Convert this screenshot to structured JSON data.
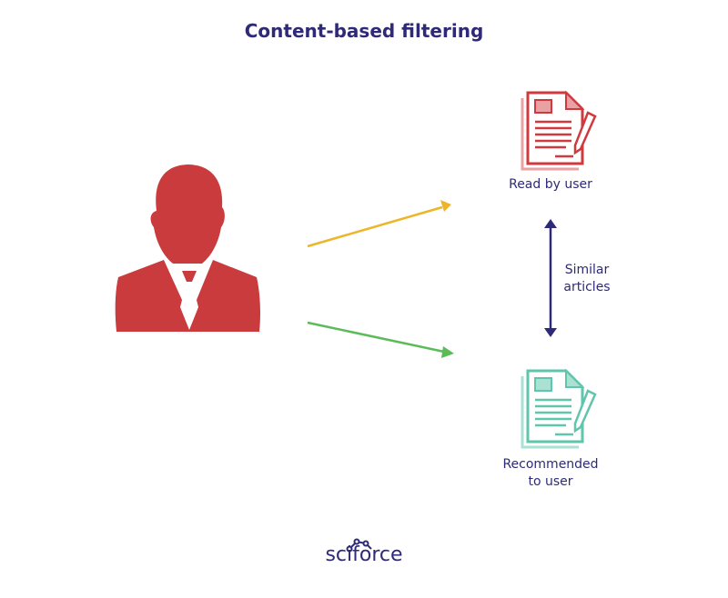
{
  "title": "Content-based filtering",
  "nodes": {
    "user": {
      "icon": "user-silhouette-icon",
      "color": "#c93b3d"
    },
    "read_article": {
      "label": "Read by user",
      "icon": "document-pencil-icon",
      "color": "#d0393e"
    },
    "recommended_article": {
      "label_line1": "Recommended",
      "label_line2": "to user",
      "icon": "document-pencil-icon",
      "color": "#5fc5ac"
    }
  },
  "edges": [
    {
      "from": "user",
      "to": "read_article",
      "color": "#edb52a"
    },
    {
      "from": "user",
      "to": "recommended_article",
      "color": "#5cbb59"
    },
    {
      "from": "read_article",
      "to": "recommended_article",
      "label_line1": "Similar",
      "label_line2": "articles",
      "color": "#2e2a78",
      "bidirectional": true
    }
  ],
  "footer": {
    "logo_text": "sciforce"
  }
}
